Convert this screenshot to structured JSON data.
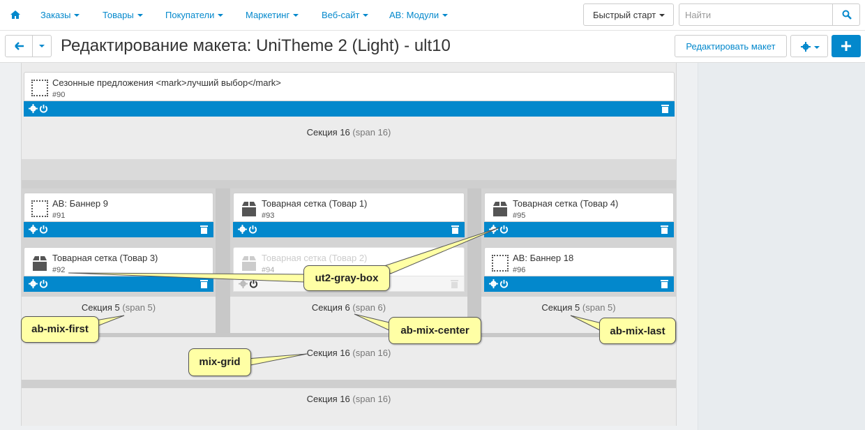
{
  "nav": {
    "items": [
      {
        "label": "Заказы"
      },
      {
        "label": "Товары"
      },
      {
        "label": "Покупатели"
      },
      {
        "label": "Маркетинг"
      },
      {
        "label": "Веб-сайт"
      },
      {
        "label": "AB: Модули"
      }
    ],
    "quick_start": "Быстрый старт",
    "search_placeholder": "Найти"
  },
  "toolbar": {
    "title": "Редактирование макета: UniTheme 2 (Light) - ult10",
    "edit_layout": "Редактировать макет"
  },
  "colors": {
    "accent": "#0388cc",
    "callout": "#ffffa5"
  },
  "layout": {
    "top_block": {
      "title": "Сезонные предложения <mark>лучший выбор</mark>",
      "id": "#90"
    },
    "top_section": {
      "name": "Секция 16",
      "span": "(span 16)"
    },
    "columns": [
      {
        "blocks": [
          {
            "title": "AB: Баннер 9",
            "id": "#91",
            "icon": "banner-icon"
          },
          {
            "title": "Товарная сетка (Товар 3)",
            "id": "#92",
            "icon": "box-icon"
          }
        ],
        "section": {
          "name": "Секция 5",
          "span": "(span 5)"
        }
      },
      {
        "blocks": [
          {
            "title": "Товарная сетка (Товар 1)",
            "id": "#93",
            "icon": "box-icon"
          },
          {
            "title": "Товарная сетка (Товар 2)",
            "id": "#94",
            "icon": "box-icon",
            "disabled": true
          }
        ],
        "section": {
          "name": "Секция 6",
          "span": "(span 6)"
        }
      },
      {
        "blocks": [
          {
            "title": "Товарная сетка (Товар 4)",
            "id": "#95",
            "icon": "box-icon"
          },
          {
            "title": "AB: Баннер 18",
            "id": "#96",
            "icon": "banner-icon"
          }
        ],
        "section": {
          "name": "Секция 5",
          "span": "(span 5)"
        }
      }
    ],
    "mix_section": {
      "name": "Секция 16",
      "span": "(span 16)"
    },
    "bottom_section": {
      "name": "Секция 16",
      "span": "(span 16)"
    }
  },
  "callouts": {
    "gray_box": "ut2-gray-box",
    "mix_first": "ab-mix-first",
    "mix_center": "ab-mix-center",
    "mix_last": "ab-mix-last",
    "mix_grid": "mix-grid"
  }
}
